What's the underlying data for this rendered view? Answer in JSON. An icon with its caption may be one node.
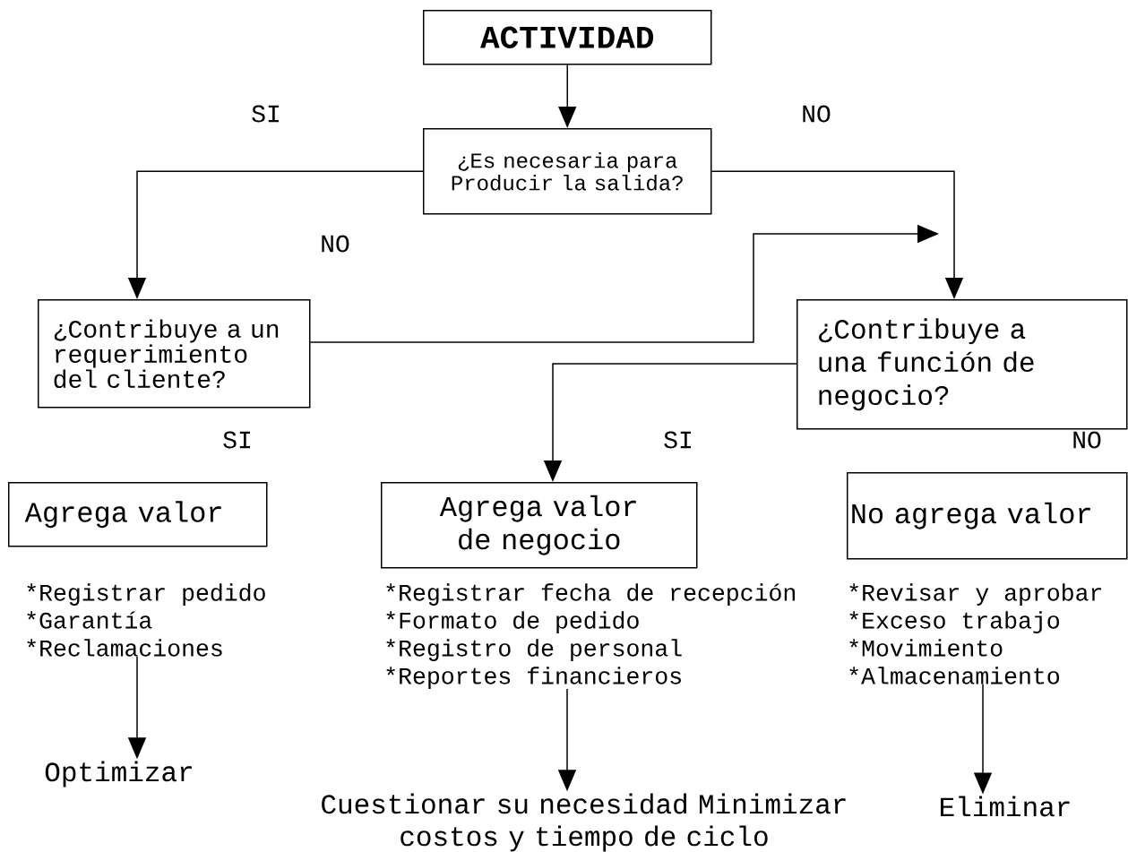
{
  "diagram": {
    "nodes": [
      {
        "text": [
          "ACTIVIDAD"
        ]
      },
      {
        "text": [
          "¿Es necesaria para Producir la salida?"
        ]
      },
      {
        "text": [
          "¿Contribuye a un requerimiento del cliente?"
        ]
      },
      {
        "text": [
          "¿Contribuye a una función de negocio?"
        ]
      },
      {
        "text": [
          "Agrega valor"
        ]
      },
      {
        "text": [
          "Agrega valor de negocio"
        ]
      },
      {
        "text": [
          "No agrega valor"
        ]
      },
      {
        "text": [
          "*Registrar pedido",
          "*Garantía",
          "*Reclamaciones"
        ]
      },
      {
        "text": [
          "Optimizar"
        ]
      },
      {
        "text": [
          "*Registrar fecha de recepción",
          "*Formato de pedido",
          "*Registro de personal",
          "*Reportes financieros"
        ]
      },
      {
        "text": [
          "Cuestionar su necesidad Minimizar costos y tiempo de ciclo"
        ]
      },
      {
        "text": [
          "*Revisar y aprobar",
          "*Exceso trabajo",
          "*Movimiento",
          "*Almacenamiento"
        ]
      },
      {
        "text": [
          "Eliminar"
        ]
      }
    ],
    "edges": [
      {
        "from": 0,
        "to": 1,
        "arrow": "to"
      },
      {
        "from": 1,
        "to": 2,
        "arrow": "to"
      },
      {
        "from": 1,
        "to": 3,
        "arrow": "to"
      },
      {
        "from": 2,
        "to": null,
        "arrow": "to"
      },
      {
        "from": 3,
        "to": 5,
        "arrow": "to"
      },
      {
        "from": 7,
        "to": 8,
        "arrow": "to"
      },
      {
        "from": 9,
        "to": 10,
        "arrow": "to"
      },
      {
        "from": 11,
        "to": 12,
        "arrow": "to"
      }
    ],
    "labels": [
      "SI",
      "NO",
      "NO",
      "SI",
      "SI",
      "NO"
    ]
  }
}
